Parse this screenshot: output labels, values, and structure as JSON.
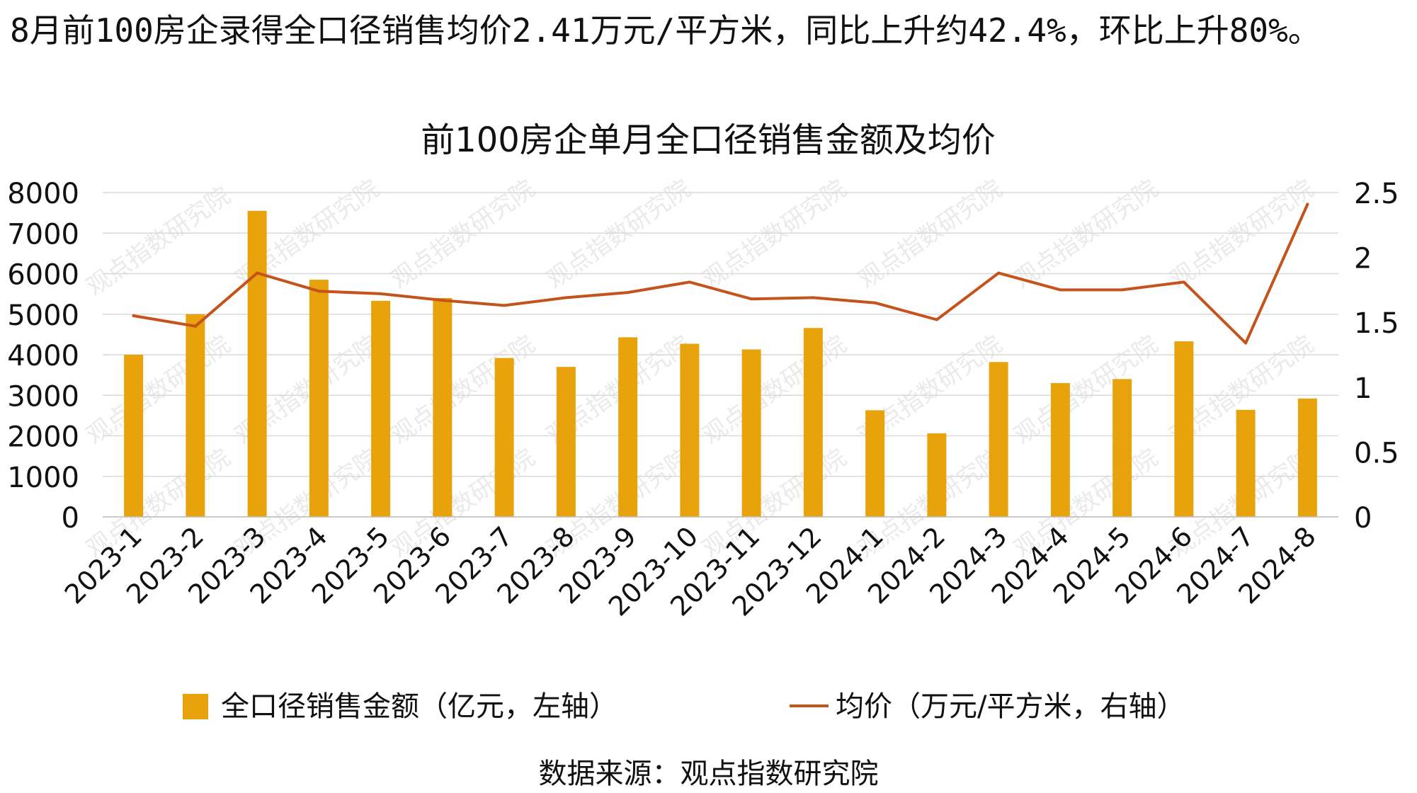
{
  "headline": "8月前100房企录得全口径销售均价2.41万元/平方米，同比上升约42.4%，环比上升80%。",
  "source": "数据来源：观点指数研究院",
  "chart_data": {
    "type": "bar",
    "title": "前100房企单月全口径销售金额及均价",
    "categories": [
      "2023-1",
      "2023-2",
      "2023-3",
      "2023-4",
      "2023-5",
      "2023-6",
      "2023-7",
      "2023-8",
      "2023-9",
      "2023-10",
      "2023-11",
      "2023-12",
      "2024-1",
      "2024-2",
      "2024-3",
      "2024-4",
      "2024-5",
      "2024-6",
      "2024-7",
      "2024-8"
    ],
    "series": [
      {
        "name": "全口径销售金额（亿元，左轴）",
        "type": "bar",
        "axis": "left",
        "color": "#E8A20C",
        "values": [
          4000,
          5000,
          7550,
          5850,
          5330,
          5400,
          3920,
          3700,
          4430,
          4270,
          4130,
          4660,
          2630,
          2060,
          3820,
          3300,
          3400,
          4330,
          2640,
          2920
        ]
      },
      {
        "name": "均价（万元/平方米，右轴）",
        "type": "line",
        "axis": "right",
        "color": "#C4531C",
        "values": [
          1.55,
          1.47,
          1.88,
          1.74,
          1.72,
          1.67,
          1.63,
          1.69,
          1.73,
          1.81,
          1.68,
          1.69,
          1.65,
          1.52,
          1.88,
          1.75,
          1.75,
          1.81,
          1.34,
          2.41
        ]
      }
    ],
    "y_left": {
      "min": 0,
      "max": 8000,
      "ticks": [
        "0",
        "1000",
        "2000",
        "3000",
        "4000",
        "5000",
        "6000",
        "7000",
        "8000"
      ]
    },
    "y_right": {
      "min": 0,
      "max": 2.5,
      "ticks": [
        "0",
        "0.5",
        "1",
        "1.5",
        "2",
        "2.5"
      ]
    },
    "grid": true,
    "legend": "bottom",
    "watermark": "观点指数研究院"
  }
}
